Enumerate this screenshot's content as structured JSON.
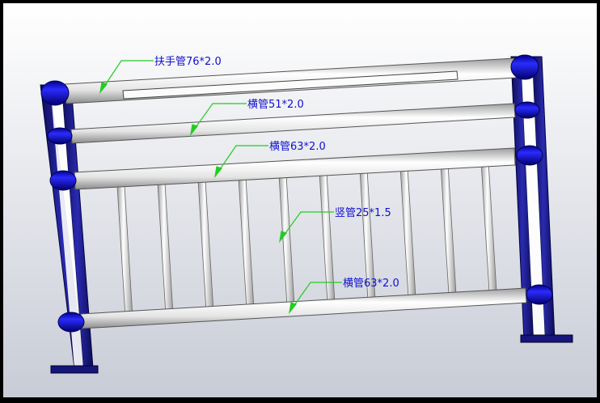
{
  "viewport": {
    "frame_color": "#000000",
    "background_top": "#ffffff",
    "background_bottom": "#c8ccd6"
  },
  "model": {
    "post_color": "#1b1b8f",
    "post_highlight": "#3c3cc8",
    "collar_color": "#0a0ad8",
    "tube_color": "#f2f2f2",
    "tube_shade": "#b9b9b9",
    "leader_color": "#22cc22"
  },
  "labels": {
    "handrail": "扶手管76*2.0",
    "rail_51": "横管51*2.0",
    "rail_63_top": "横管63*2.0",
    "vertical": "竖管25*1.5",
    "rail_63_bottom": "横管63*2.0"
  },
  "picket_count": 10
}
